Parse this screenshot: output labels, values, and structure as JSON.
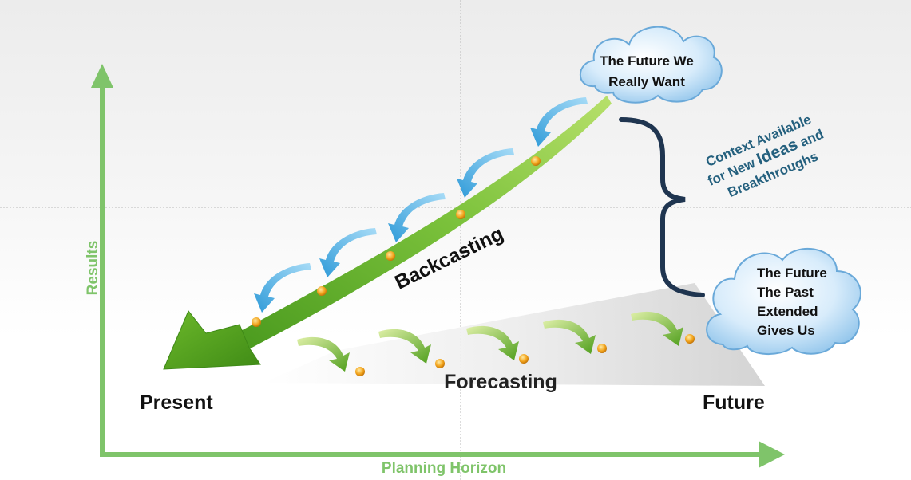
{
  "labels": {
    "y_axis": "Results",
    "x_axis": "Planning Horizon",
    "present": "Present",
    "future": "Future",
    "backcasting": "Backcasting",
    "forecasting": "Forecasting"
  },
  "cloud_top": {
    "line1": "The Future We",
    "line2": "Really Want"
  },
  "cloud_bottom": {
    "line1": "The Future",
    "line2": "The Past",
    "line3": "Extended",
    "line4": "Gives Us"
  },
  "context": {
    "line1": "Context Available",
    "line2_a": "for New ",
    "line2_b": "Ideas",
    "line2_c": " and",
    "line3": "Breakthroughs"
  },
  "colors": {
    "axis_green": "#7fc46a",
    "arrow_green": "#6fb830",
    "blue_arrow": "#3aa8e0",
    "cloud_blue": "#cfe8fb",
    "dot_orange": "#f2a31b",
    "brace": "#1f3550",
    "context_text": "#24607e"
  }
}
